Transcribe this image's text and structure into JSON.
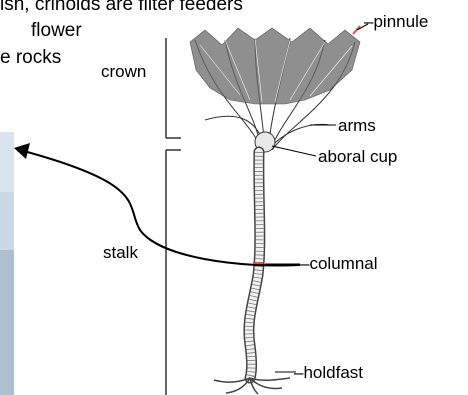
{
  "slide": {
    "text_line1": "ish, crinoids are filter feeders",
    "text_line2": "flower",
    "text_line3": "e rocks"
  },
  "diagram": {
    "bracket_crown_label": "crown",
    "bracket_stalk_label": "stalk",
    "labels": {
      "pinnule": "pinnule",
      "arms": "arms",
      "aboral_cup": "aboral cup",
      "columnal": "columnal",
      "holdfast": "holdfast"
    },
    "colors": {
      "highlight": "#e05050",
      "line": "#000000",
      "photo_sky": "#b9cde0"
    }
  }
}
